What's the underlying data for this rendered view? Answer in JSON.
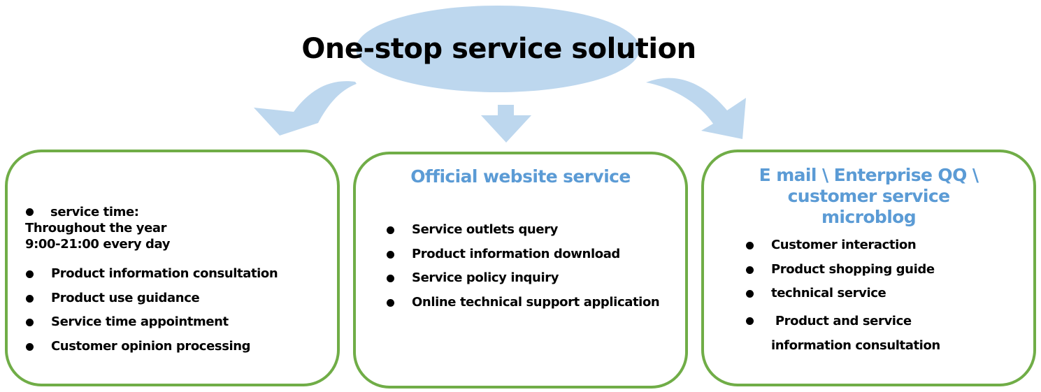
{
  "title": "One-stop service solution",
  "colors": {
    "ellipse_fill": "#bdd7ee",
    "arrow_fill": "#bdd7ee",
    "box_border": "#70ad47",
    "heading_text": "#5b9bd5",
    "body_text": "#000000"
  },
  "boxes": {
    "left": {
      "heading": "",
      "service_time": {
        "label": "service time:",
        "line2": "Throughout the year",
        "line3": "9:00-21:00 every day"
      },
      "items": [
        "Product information consultation",
        "Product use guidance",
        "Service time appointment",
        "Customer opinion processing"
      ]
    },
    "center": {
      "heading": "Official website service",
      "items": [
        "Service outlets query",
        "Product information download",
        "Service policy inquiry",
        "Online technical support application"
      ]
    },
    "right": {
      "heading_lines": [
        "E mail \\ Enterprise QQ \\",
        "customer service",
        "microblog"
      ],
      "items": [
        "Customer interaction",
        "Product shopping guide",
        "technical service",
        " Product and service information consultation"
      ]
    }
  },
  "icons": {
    "left_arrow": "curved-arrow-down-left",
    "center_arrow": "arrow-down",
    "right_arrow": "curved-arrow-down-right",
    "bullet": "filled-circle"
  }
}
